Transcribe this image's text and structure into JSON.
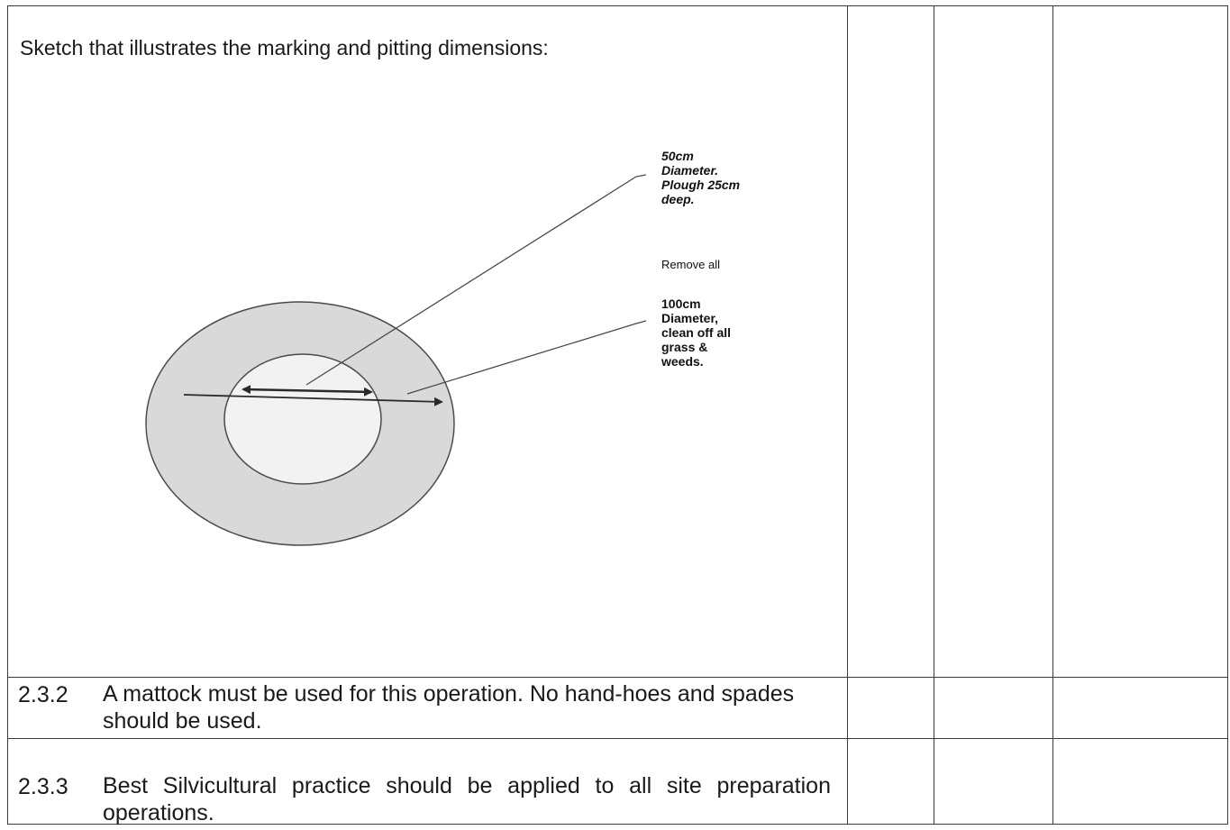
{
  "sketch": {
    "heading": "Sketch that illustrates the marking and pitting dimensions:",
    "callout_50cm": [
      "50cm",
      "Diameter.",
      "Plough 25cm",
      "deep."
    ],
    "callout_remove": "Remove all",
    "callout_100cm": [
      "100cm",
      "Diameter,",
      "clean off all",
      "grass &",
      "weeds."
    ],
    "colors": {
      "outer_circle": "#d9d9d9",
      "inner_circle": "#f2f2f2",
      "stroke": "#4a4a4a"
    }
  },
  "items": [
    {
      "number": "2.3.2",
      "text": "A mattock must be used for this operation. No hand-hoes and spades should be used."
    },
    {
      "number": "2.3.3",
      "text": "Best Silvicultural practice should be applied to all site preparation operations."
    }
  ]
}
